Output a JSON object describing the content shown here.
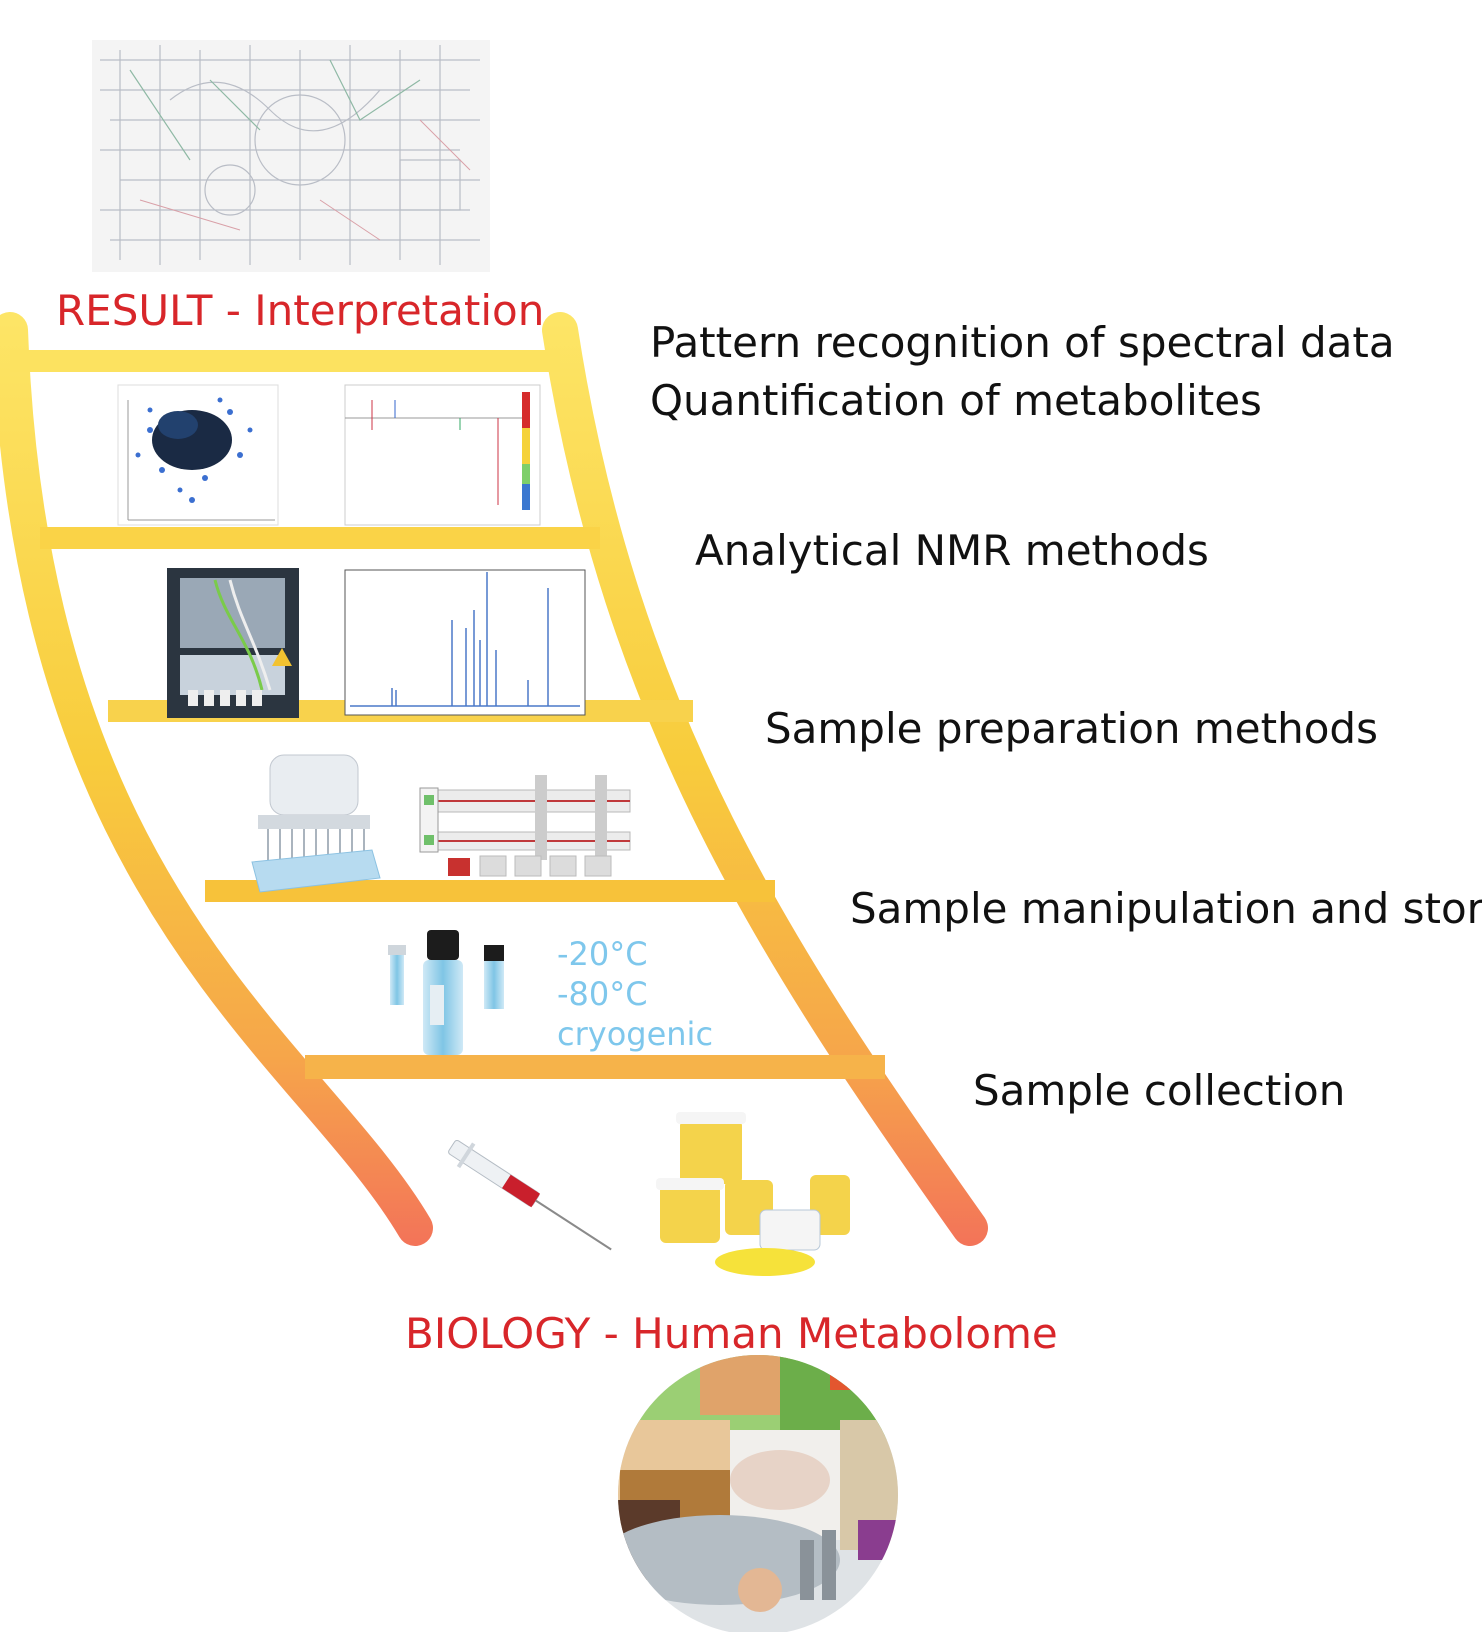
{
  "top_label": "RESULT - Interpretation",
  "bottom_label": "BIOLOGY - Human Metabolome",
  "steps": [
    "Pattern recognition of spectral data",
    "Quantification of metabolites",
    "Analytical NMR methods",
    "Sample preparation methods",
    "Sample manipulation and stora",
    "Sample collection"
  ],
  "storage_temps": [
    "-20°C",
    "-80°C",
    "cryogenic"
  ],
  "colors": {
    "ladder_top": "#fde566",
    "ladder_mid": "#f7c63e",
    "ladder_bottom": "#f2655d",
    "label_red": "#d8262a",
    "temp_blue": "#7ec7ec",
    "spectrum_blue": "#4a78c8"
  },
  "icons": [
    "metabolic-pathway-map",
    "pca-score-plot",
    "stocsy-plot",
    "nmr-sample-changer",
    "nmr-spectrum",
    "multichannel-pipette",
    "liquid-handling-robot",
    "sample-vials",
    "blood-syringe",
    "urine-containers",
    "lifestyle-collage"
  ]
}
